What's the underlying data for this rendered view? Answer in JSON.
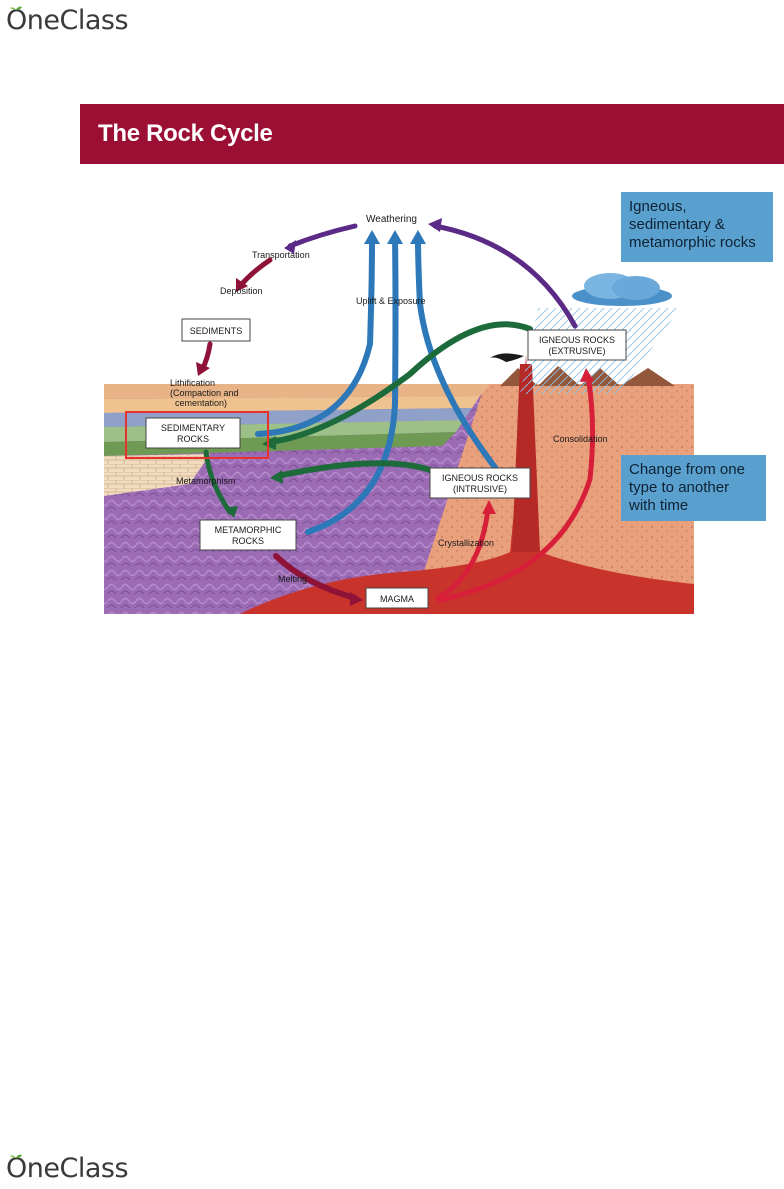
{
  "brand": {
    "name": "OneClass"
  },
  "slide": {
    "title": "The Rock Cycle",
    "callouts": {
      "rock_types": "Igneous, sedimentary & metamorphic rocks",
      "change": "Change from one type to another with time"
    }
  },
  "diagram": {
    "labels": {
      "weathering": "Weathering",
      "transportation": "Transportation",
      "deposition": "Deposition",
      "uplift_exposure": "Uplift & Exposure",
      "lithification": "Lithification",
      "compaction_1": "(Compaction and",
      "compaction_2": "cementation)",
      "metamorphism": "Metamorphism",
      "consolidation": "Consolidation",
      "crystallization": "Crystallization",
      "melting": "Melting"
    },
    "boxes": {
      "sediments": "SEDIMENTS",
      "sedimentary_1": "SEDIMENTARY",
      "sedimentary_2": "ROCKS",
      "metamorphic_1": "METAMORPHIC",
      "metamorphic_2": "ROCKS",
      "igneous_intrusive_1": "IGNEOUS ROCKS",
      "igneous_intrusive_2": "(INTRUSIVE)",
      "igneous_extrusive_1": "IGNEOUS ROCKS",
      "igneous_extrusive_2": "(EXTRUSIVE)",
      "magma": "MAGMA"
    },
    "colors": {
      "weathering_arrow": "#5b2a86",
      "sediment_arrow": "#8f1239",
      "uplift_arrow": "#2c78b8",
      "metamorphism_arrow": "#1d6b3b",
      "magma_arrow": "#d81f3a",
      "highlight": "#e5322d"
    }
  }
}
